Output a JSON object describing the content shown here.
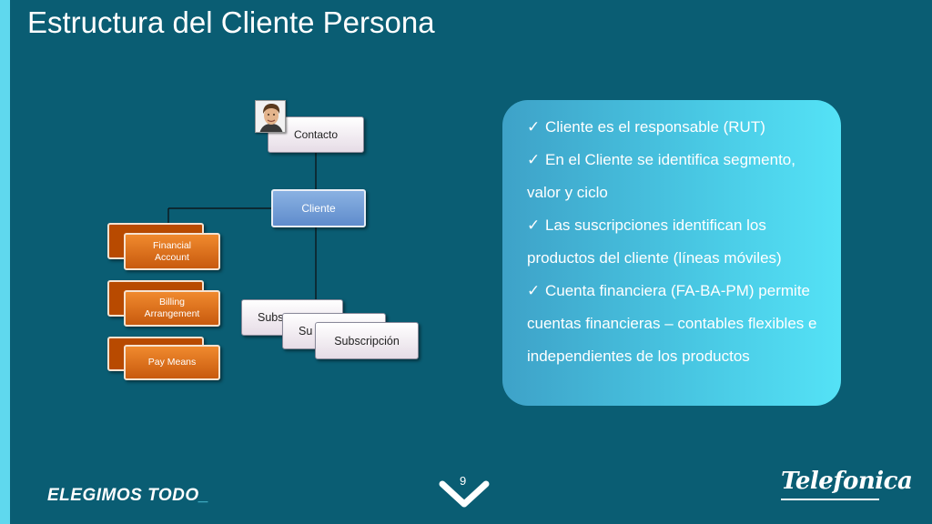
{
  "slide": {
    "title": "Estructura del Cliente Persona",
    "page_number": "9",
    "slogan_main": "ELEGIMOS TODO",
    "slogan_mark": "_",
    "brand": "Telefonica",
    "colors": {
      "background": "#0a5d73",
      "accent": "#5fd8ee",
      "orange": "#e0700f",
      "blue": "#6f9bd6"
    }
  },
  "diagram": {
    "contacto": "Contacto",
    "cliente": "Cliente",
    "financial_account": "Financial Account",
    "billing_arrangement": "Billing Arrangement",
    "pay_means": "Pay Means",
    "subscripcion_back1": "Subs",
    "subscripcion_back2": "Su",
    "subscripcion": "Subscripción",
    "avatar_icon": "person-photo-icon"
  },
  "callout": {
    "bullet_1": "Cliente es el responsable (RUT)",
    "bullet_2": "En el Cliente se identifica segmento, valor y ciclo",
    "bullet_3": "Las suscripciones identifican los productos del cliente (líneas móviles)",
    "bullet_4": "Cuenta financiera (FA-BA-PM) permite cuentas financieras – contables flexibles e independientes de los productos",
    "check_glyph": "✓"
  }
}
